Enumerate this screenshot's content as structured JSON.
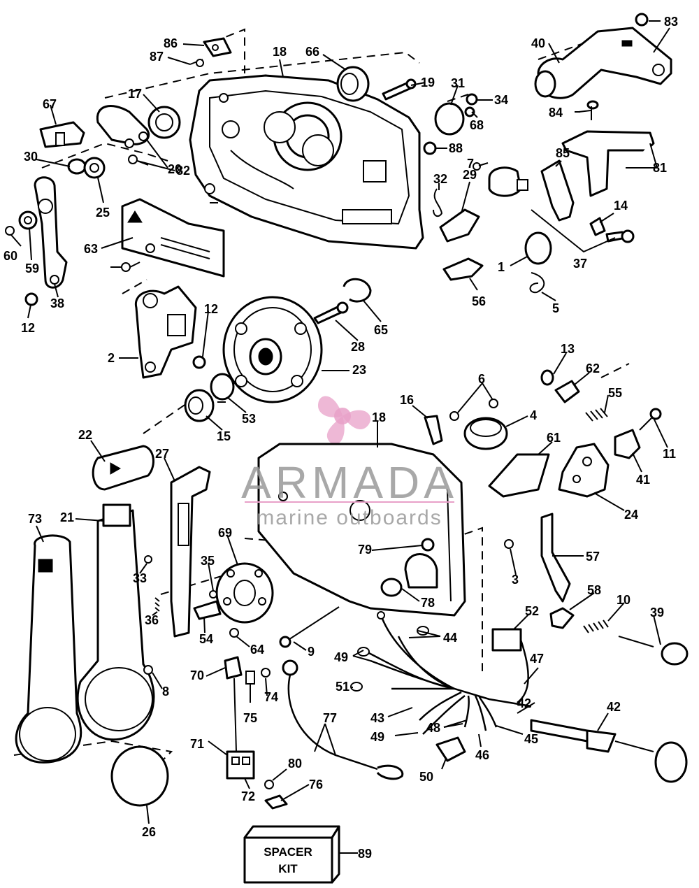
{
  "watermark": {
    "title": "ARMADA",
    "subtitle": "marine outboards",
    "colors": {
      "accent": "#e8a0c8",
      "text": "#9a9a9a"
    }
  },
  "spacer_kit": {
    "line1": "SPACER",
    "line2": "KIT"
  },
  "callouts": [
    "86",
    "87",
    "18",
    "66",
    "40",
    "83",
    "17",
    "67",
    "19",
    "31",
    "34",
    "68",
    "84",
    "30",
    "20",
    "25",
    "82",
    "88",
    "7",
    "81",
    "85",
    "32",
    "29",
    "14",
    "63",
    "60",
    "59",
    "38",
    "12",
    "1",
    "37",
    "56",
    "5",
    "65",
    "28",
    "2",
    "12",
    "23",
    "13",
    "62",
    "6",
    "16",
    "4",
    "55",
    "11",
    "53",
    "15",
    "18",
    "22",
    "27",
    "61",
    "41",
    "24",
    "73",
    "21",
    "33",
    "36",
    "69",
    "35",
    "79",
    "57",
    "3",
    "54",
    "64",
    "78",
    "58",
    "10",
    "39",
    "9",
    "8",
    "70",
    "75",
    "74",
    "44",
    "49",
    "52",
    "47",
    "51",
    "42",
    "42",
    "43",
    "48",
    "49",
    "45",
    "46",
    "50",
    "71",
    "77",
    "72",
    "80",
    "76",
    "26",
    "89"
  ]
}
